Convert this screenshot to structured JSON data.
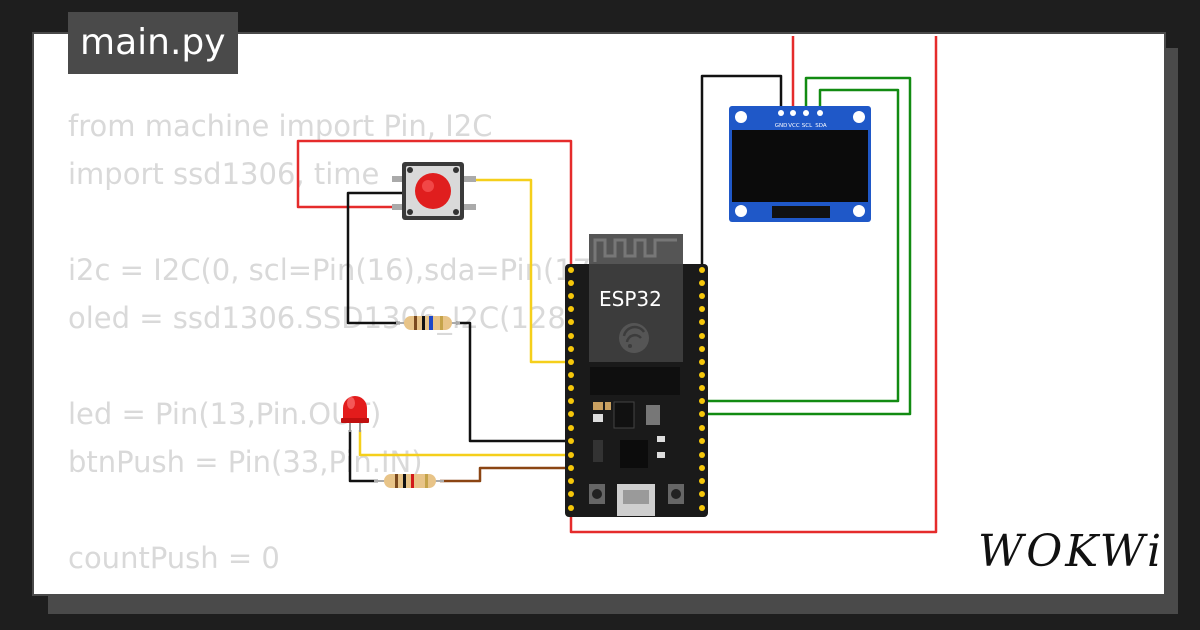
{
  "tab": {
    "filename": "main.py"
  },
  "code_lines": [
    "from machine import Pin, I2C",
    "import ssd1306, time",
    "",
    "i2c = I2C(0, scl=Pin(16),sda=Pin(17))",
    "oled = ssd1306.SSD1306_I2C(128,",
    "",
    "led = Pin(13,Pin.OUT)",
    "btnPush = Pin(33,Pin.IN)",
    "",
    "countPush = 0"
  ],
  "esp32": {
    "label": "ESP32"
  },
  "oled_pins": [
    "GND",
    "VCC",
    "SCL",
    "SDA"
  ],
  "brand": "WOKWi",
  "colors": {
    "wire_red": "#e52b2b",
    "wire_black": "#111111",
    "wire_yellow": "#f5cf1b",
    "wire_green": "#128b12",
    "wire_brown": "#8b4513",
    "board": "#1a1a1a",
    "oled_blue": "#1f58c8"
  }
}
